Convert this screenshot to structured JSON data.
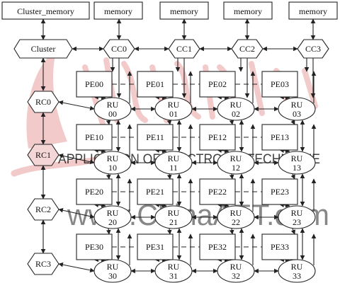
{
  "memories": [
    "Cluster_memory",
    "memory",
    "memory",
    "memory",
    "memory"
  ],
  "top_row": [
    "Cluster",
    "CC0",
    "CC1",
    "CC2",
    "CC3"
  ],
  "rc": [
    "RC0",
    "RC1",
    "RC2",
    "RC3"
  ],
  "pe": [
    [
      "PE00",
      "PE01",
      "PE02",
      "PE03"
    ],
    [
      "PE10",
      "PE11",
      "PE12",
      "PE13"
    ],
    [
      "PE20",
      "PE21",
      "PE22",
      "PE23"
    ],
    [
      "PE30",
      "PE31",
      "PE32",
      "PE33"
    ]
  ],
  "ru": [
    [
      [
        "RU",
        "00"
      ],
      [
        "RU",
        "01"
      ],
      [
        "RU",
        "02"
      ],
      [
        "RU",
        "03"
      ]
    ],
    [
      [
        "RU",
        "10"
      ],
      [
        "RU",
        "11"
      ],
      [
        "RU",
        "12"
      ],
      [
        "RU",
        "13"
      ]
    ],
    [
      [
        "RU",
        "20"
      ],
      [
        "RU",
        "21"
      ],
      [
        "RU",
        "22"
      ],
      [
        "RU",
        "23"
      ]
    ],
    [
      [
        "RU",
        "30"
      ],
      [
        "RU",
        "31"
      ],
      [
        "RU",
        "32"
      ],
      [
        "RU",
        "33"
      ]
    ]
  ],
  "watermark": {
    "lower": "www.ChinaAET.com",
    "middle": "APPLICATION OF ELECTRONIC TECHNIQUE"
  },
  "colors": {
    "stroke": "#222222",
    "watermark_red": "#e8a0a0",
    "watermark_gray": "#b8b8b8",
    "watermark_blue": "#9fb4d8"
  }
}
